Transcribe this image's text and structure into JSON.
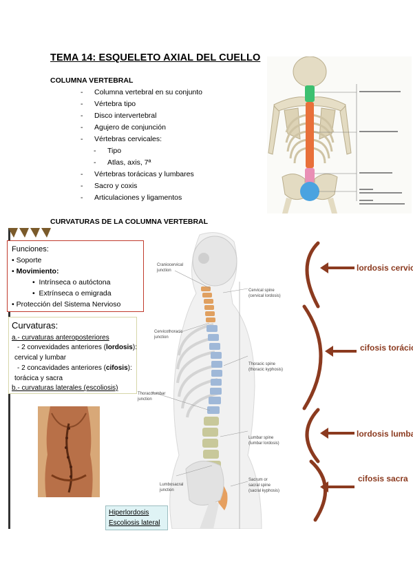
{
  "title": "TEMA 14: ESQUELETO AXIAL DEL CUELLO",
  "section1": {
    "heading": "COLUMNA VERTEBRAL",
    "items": [
      {
        "dash": "-",
        "text": "Columna vertebral en su conjunto"
      },
      {
        "dash": "-",
        "text": "Vértebra tipo"
      },
      {
        "dash": "-",
        "text": "Disco intervertebral"
      },
      {
        "dash": "-",
        "text": "Agujero de conjunción"
      },
      {
        "dash": "-",
        "text": "Vértebras cervicales:"
      },
      {
        "dash": "-",
        "text": "Tipo"
      },
      {
        "dash": "-",
        "text": "Atlas, axis, 7ª"
      },
      {
        "dash": "-",
        "text": "Vértebras torácicas y lumbares"
      },
      {
        "dash": "-",
        "text": "Sacro y coxis"
      },
      {
        "dash": "-",
        "text": "Articulaciones y ligamentos"
      }
    ]
  },
  "section2": {
    "heading": "CURVATURAS DE LA COLUMNA VERTEBRAL"
  },
  "funciones": {
    "heading": "Funciones:",
    "bullet": "•",
    "soporte": "Soporte",
    "movimiento": "Movimiento:",
    "intrinseca": "Intrínseca o autóctona",
    "extrinseca": "Extrínseca o emigrada",
    "proteccion": "Protección del Sistema Nervioso"
  },
  "curvaturas": {
    "heading": "Curvaturas:",
    "a_label": "a.- curvaturas anteroposteriores",
    "line1a": "- 2 convexidades anteriores (",
    "line1b": "lordosis",
    "line1c": "):",
    "line2": "cervical y  lumbar",
    "line3a": "- 2 concavidades anteriores (",
    "line3b": "cifosis",
    "line3c": "):",
    "line4": "torácica y  sacra",
    "b_label": "b.- curvaturas laterales (escoliosis)"
  },
  "links": {
    "hiperlordosis": "Hiperlordosis",
    "escoliosis": "Escoliosis lateral"
  },
  "spine_labels": {
    "craniocervical": [
      "Craniocervical",
      "junction"
    ],
    "cervical_spine": [
      "Cervical spine",
      "(cervical lordosis)"
    ],
    "cervicothoracic": [
      "Cervicothoracic",
      "junction"
    ],
    "thoracic_spine": [
      "Thoracic spine",
      "(thoracic kyphosis)"
    ],
    "thoracolumbar": [
      "Thoracolumbar",
      "junction"
    ],
    "lumbar_spine": [
      "Lumbar spine",
      "(lumbar lordosis)"
    ],
    "lumbosacral": [
      "Lumbosacral",
      "junction"
    ],
    "sacrum": [
      "Sacrum or",
      "sacral spine",
      "(sacral kyphosis)"
    ]
  },
  "curve_labels": {
    "lordosis_cervical": "lordosis cervical",
    "cifosis_toracica": "cifosis torácica",
    "lordosis_lumbar": "lordosis lumbar",
    "cifosis_sacra": "cifosis sacra"
  },
  "colors": {
    "curve_label": "#8b3a1f",
    "funciones_border": "#c0392b",
    "cervical": "#3cc070",
    "thoracic": "#e8703a",
    "lumbar": "#e98fb5",
    "sacral": "#4aa3e0"
  }
}
